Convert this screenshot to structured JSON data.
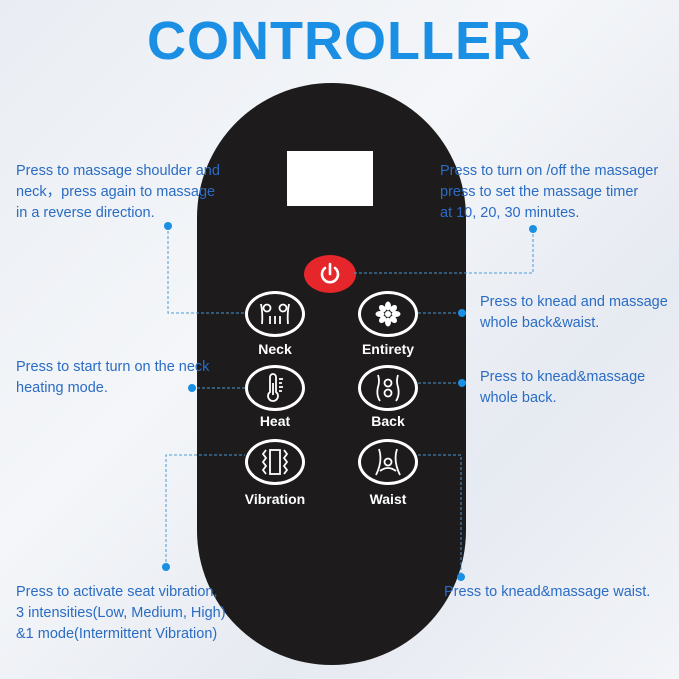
{
  "title": "CONTROLLER",
  "buttons": {
    "neck": "Neck",
    "entirety": "Entirety",
    "heat": "Heat",
    "back": "Back",
    "vibration": "Vibration",
    "waist": "Waist"
  },
  "notes": {
    "neck": [
      "Press to massage shoulder and",
      "neck，press again to massage",
      "in a reverse direction."
    ],
    "power": [
      "Press to turn on /off the massager",
      "press to set the massage timer",
      "at 10, 20, 30 minutes."
    ],
    "entirety": [
      "Press to knead and massage",
      "whole back&waist."
    ],
    "heat": [
      "Press to start turn on the neck",
      "heating mode."
    ],
    "back": [
      "Press to knead&massage",
      "whole back."
    ],
    "vibration": [
      "Press to activate seat vibration,",
      "3 intensities(Low, Medium, High)",
      "&1 mode(Intermittent Vibration)"
    ],
    "waist": [
      "Press to knead&massage waist."
    ]
  },
  "colors": {
    "accent": "#1a8fe3",
    "text": "#2a6cc4",
    "power": "#e5262b",
    "remote": "#1d1b1b"
  }
}
